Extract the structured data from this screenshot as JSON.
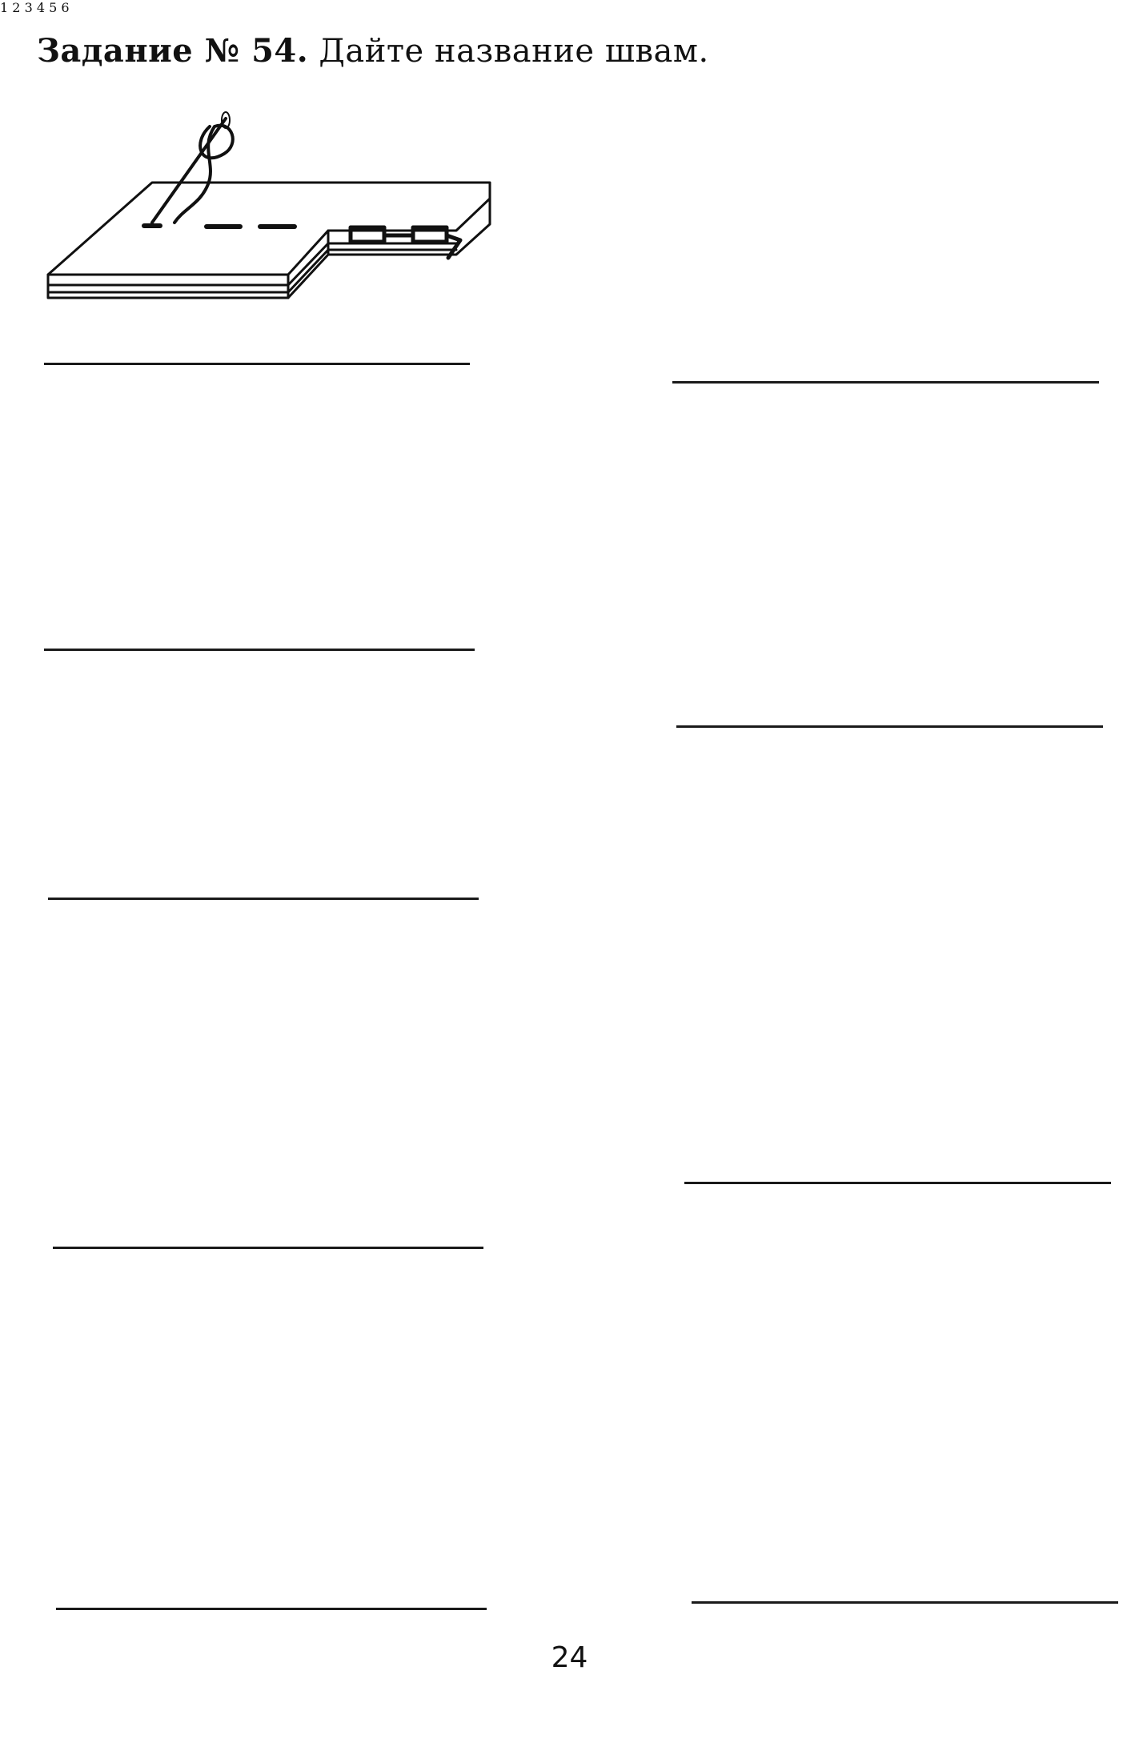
{
  "task": {
    "label": "Задание № 54.",
    "text": "Дайте название швам."
  },
  "page_number": "24",
  "stitch_labels": [
    "1",
    "2",
    "3",
    "4",
    "5",
    "6"
  ],
  "colors": {
    "ink": "#111111",
    "paper": "#ffffff"
  },
  "icons": [
    "needle-icon",
    "thread-icon",
    "scissors-icon"
  ]
}
